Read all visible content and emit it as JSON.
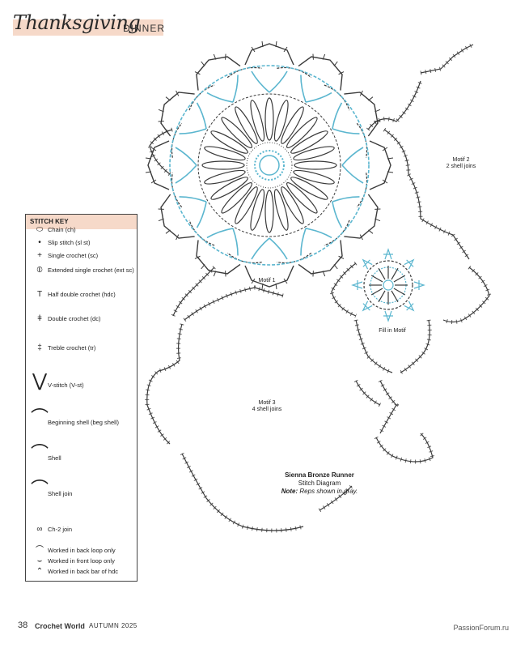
{
  "header": {
    "script_title": "Thanksgiving",
    "word": "DINNER"
  },
  "diagram": {
    "labels": {
      "motif1": "Motif 1",
      "motif2_title": "Motif 2",
      "motif2_sub": "2 shell joins",
      "motif3_title": "Motif 3",
      "motif3_sub": "4 shell joins",
      "fill": "Fill in Motif"
    },
    "colors": {
      "primary": "#3a3a3a",
      "accent": "#5bb6cf",
      "key_band": "#f6d9c9"
    }
  },
  "stitch_key": {
    "title": "STITCH KEY",
    "items": [
      {
        "icon": "chain-icon",
        "label": "Chain (ch)"
      },
      {
        "icon": "slip-stitch-icon",
        "label": "Slip stitch (sl st)"
      },
      {
        "icon": "single-crochet-icon",
        "label": "Single crochet (sc)"
      },
      {
        "icon": "extended-single-crochet-icon",
        "label": "Extended single crochet (ext sc)"
      },
      {
        "icon": "half-double-crochet-icon",
        "label": "Half double crochet (hdc)"
      },
      {
        "icon": "double-crochet-icon",
        "label": "Double crochet (dc)"
      },
      {
        "icon": "treble-crochet-icon",
        "label": "Treble crochet (tr)"
      },
      {
        "icon": "v-stitch-icon",
        "label": "V-stitch (V-st)"
      },
      {
        "icon": "beginning-shell-icon",
        "label": "Beginning shell (beg shell)"
      },
      {
        "icon": "shell-icon",
        "label": "Shell"
      },
      {
        "icon": "shell-join-icon",
        "label": "Shell join"
      },
      {
        "icon": "ch2-join-icon",
        "label": "Ch-2 join"
      },
      {
        "icon": "back-loop-icon",
        "label": "Worked in back loop only"
      },
      {
        "icon": "front-loop-icon",
        "label": "Worked in front loop only"
      },
      {
        "icon": "back-bar-icon",
        "label": "Worked in back bar of hdc"
      }
    ]
  },
  "caption": {
    "title": "Sienna Bronze Runner",
    "subtitle": "Stitch Diagram",
    "note_label": "Note:",
    "note_text": "Reps shown in gray."
  },
  "footer": {
    "page": "38",
    "magazine": "Crochet World",
    "issue": "AUTUMN 2025",
    "watermark": "PassionForum.ru"
  }
}
